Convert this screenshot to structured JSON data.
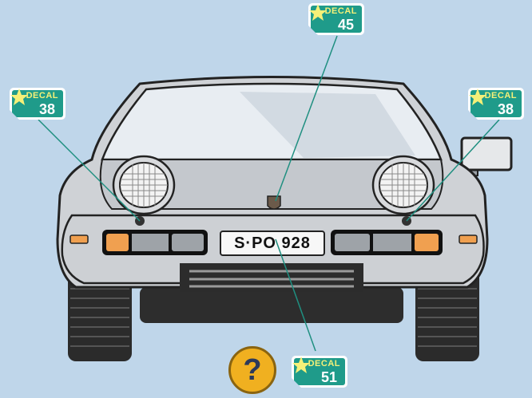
{
  "decals": [
    {
      "id": "top-center",
      "header": "DECAL",
      "number": "45"
    },
    {
      "id": "left",
      "header": "DECAL",
      "number": "38"
    },
    {
      "id": "right",
      "header": "DECAL",
      "number": "38"
    },
    {
      "id": "bottom",
      "header": "DECAL",
      "number": "51"
    }
  ],
  "plate": {
    "text": "S·PO 928"
  },
  "help": {
    "symbol": "?"
  },
  "colors": {
    "background": "#bfd6ea",
    "decal_green": "#1f9b8a",
    "decal_header_text": "#f5f078",
    "car_body": "#cfd2d6",
    "turn_signal": "#f0a050",
    "help_button": "#f0b020"
  }
}
